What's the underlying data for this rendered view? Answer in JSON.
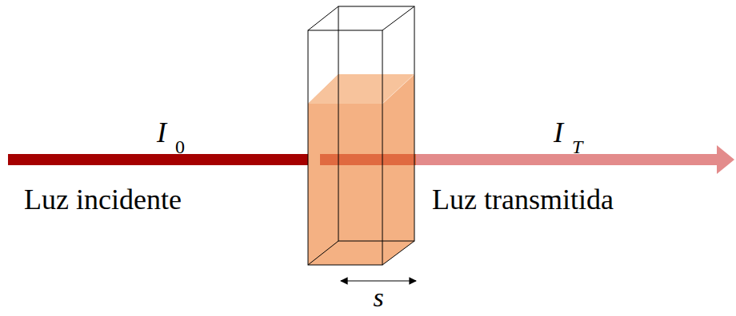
{
  "diagram": {
    "labels": [
      "I",
      "0",
      "Luz incidente",
      "I",
      "T",
      "Luz transmitida",
      "s"
    ]
  }
}
